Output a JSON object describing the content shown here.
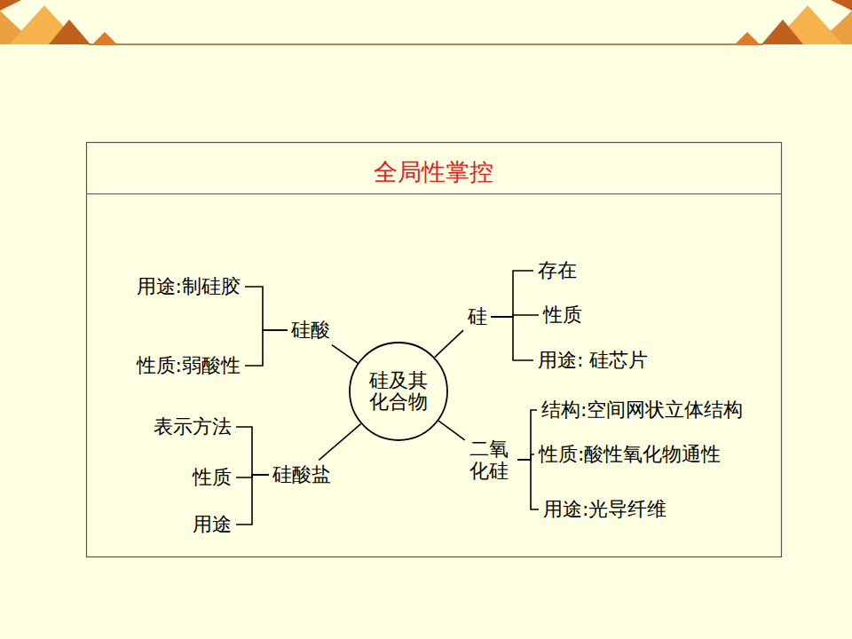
{
  "diagram": {
    "title": "全局性掌控",
    "nodes": [
      {
        "text": [
          "硅及其 化合物"
        ]
      },
      {
        "text": [
          "硅酸"
        ]
      },
      {
        "text": [
          "用途:制硅胶"
        ]
      },
      {
        "text": [
          "性质:弱酸性"
        ]
      },
      {
        "text": [
          "硅"
        ]
      },
      {
        "text": [
          "存在"
        ]
      },
      {
        "text": [
          "性质"
        ]
      },
      {
        "text": [
          "用途: 硅芯片"
        ]
      },
      {
        "text": [
          "二氧 化硅"
        ]
      },
      {
        "text": [
          "结构:空间网状立体结构"
        ]
      },
      {
        "text": [
          "性质:酸性氧化物通性"
        ]
      },
      {
        "text": [
          "用途:光导纤维"
        ]
      },
      {
        "text": [
          "硅酸盐"
        ]
      },
      {
        "text": [
          "表示方法"
        ]
      },
      {
        "text": [
          "性质"
        ]
      },
      {
        "text": [
          "用途"
        ]
      }
    ],
    "edges": [
      {
        "from": 0,
        "to": 1,
        "arrow": "none"
      },
      {
        "from": 1,
        "to": 2,
        "arrow": "none"
      },
      {
        "from": 1,
        "to": 3,
        "arrow": "none"
      },
      {
        "from": 0,
        "to": 4,
        "arrow": "none"
      },
      {
        "from": 4,
        "to": 5,
        "arrow": "none"
      },
      {
        "from": 4,
        "to": 6,
        "arrow": "none"
      },
      {
        "from": 4,
        "to": 7,
        "arrow": "none"
      },
      {
        "from": 0,
        "to": 8,
        "arrow": "none"
      },
      {
        "from": 8,
        "to": 9,
        "arrow": "none"
      },
      {
        "from": 8,
        "to": 10,
        "arrow": "none"
      },
      {
        "from": 8,
        "to": 11,
        "arrow": "none"
      },
      {
        "from": 0,
        "to": 12,
        "arrow": "none"
      },
      {
        "from": 12,
        "to": 13,
        "arrow": "none"
      },
      {
        "from": 12,
        "to": 14,
        "arrow": "none"
      },
      {
        "from": 12,
        "to": 15,
        "arrow": "none"
      }
    ]
  }
}
